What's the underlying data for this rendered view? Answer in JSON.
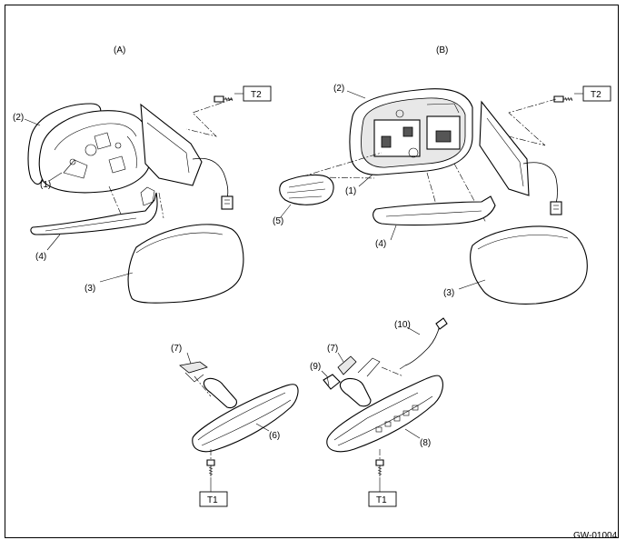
{
  "figure": {
    "reference_code": "GW-01004"
  },
  "views": [
    {
      "id": "A",
      "label": "(A)"
    },
    {
      "id": "B",
      "label": "(B)"
    }
  ],
  "callouts": {
    "A": {
      "c1": "(1)",
      "c2": "(2)",
      "c3": "(3)",
      "c4": "(4)"
    },
    "B": {
      "c1": "(1)",
      "c2": "(2)",
      "c3": "(3)",
      "c4": "(4)",
      "c5": "(5)"
    },
    "inner_left": {
      "c6": "(6)",
      "c7": "(7)"
    },
    "inner_right": {
      "c7": "(7)",
      "c8": "(8)",
      "c9": "(9)",
      "c10": "(10)"
    }
  },
  "torque_tags": {
    "t2_left": "T2",
    "t2_right": "T2",
    "t1_left": "T1",
    "t1_right": "T1"
  }
}
